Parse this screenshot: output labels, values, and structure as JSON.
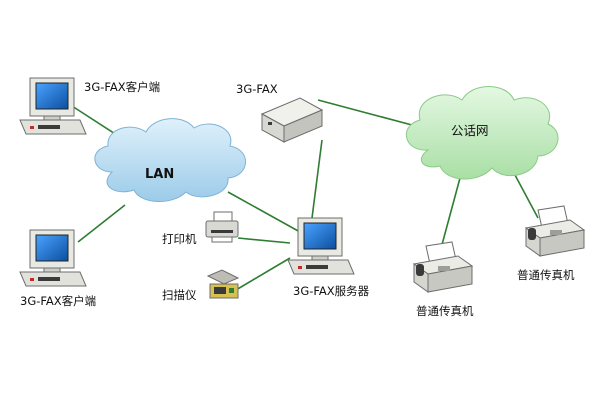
{
  "labels": {
    "client_top": "3G-FAX客户端",
    "client_bottom": "3G-FAX客户端",
    "lan": "LAN",
    "fax_device": "3G-FAX",
    "pstn": "公话网",
    "printer": "打印机",
    "scanner": "扫描仪",
    "server": "3G-FAX服务器",
    "fax_machine_right": "普通传真机",
    "fax_machine_bottom": "普通传真机"
  },
  "colors": {
    "link": "#2e7d32",
    "lan_cloud": "#b9dcf2",
    "pstn_cloud": "#c3ecc0",
    "screen": "#1e73c8",
    "device_body": "#e9e9e4",
    "device_dark": "#3a3a3a"
  }
}
